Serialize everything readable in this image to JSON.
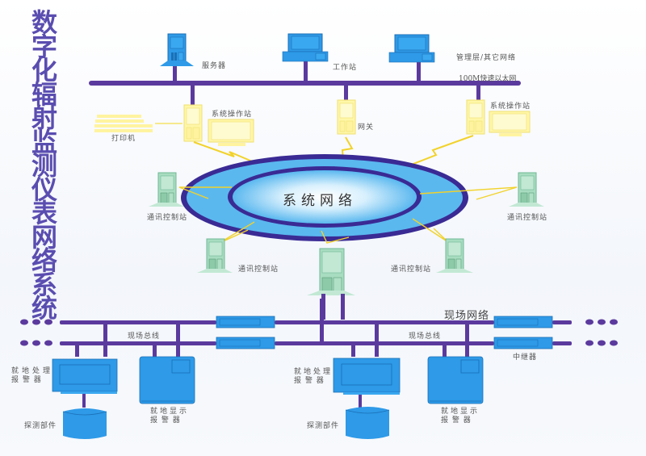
{
  "title": "数字化辐射监测仪表网络系统",
  "colors": {
    "bus": "#5b3a9e",
    "device_blue": "#2e9ae8",
    "ring_outer": "#3a2a94",
    "ring_fill": "#5ab8ef",
    "station_green": "#a8dcc0",
    "operator_yellow": "#fff6a0",
    "link_yellow": "#f2d22a",
    "title": "#5a4db0"
  },
  "management_layer": {
    "server_label": "服务器",
    "workstation_label": "工作站",
    "other_network_label": "管理层/其它网络",
    "ethernet_label": "100M快速以太网"
  },
  "operator_layer": {
    "printer_label": "打印机",
    "operator_station_left_label": "系统操作站",
    "gateway_label": "网关",
    "operator_station_right_label": "系统操作站"
  },
  "system_network": {
    "label": "系统网络",
    "comm_stations": [
      {
        "label": "通讯控制站"
      },
      {
        "label": "通讯控制站"
      },
      {
        "label": "通讯控制站"
      },
      {
        "label": "通讯控制站"
      }
    ]
  },
  "field_layer": {
    "field_network_label": "现场网络",
    "field_bus_left_label": "现场总线",
    "field_bus_right_label": "现场总线",
    "repeater_label": "中继器",
    "processor_alarm_label_line1": "就地处理",
    "processor_alarm_label_line2": "报 警 器",
    "display_alarm_label_line1": "就地显示",
    "display_alarm_label_line2": "报 警 器",
    "detector_label": "探测部件"
  }
}
